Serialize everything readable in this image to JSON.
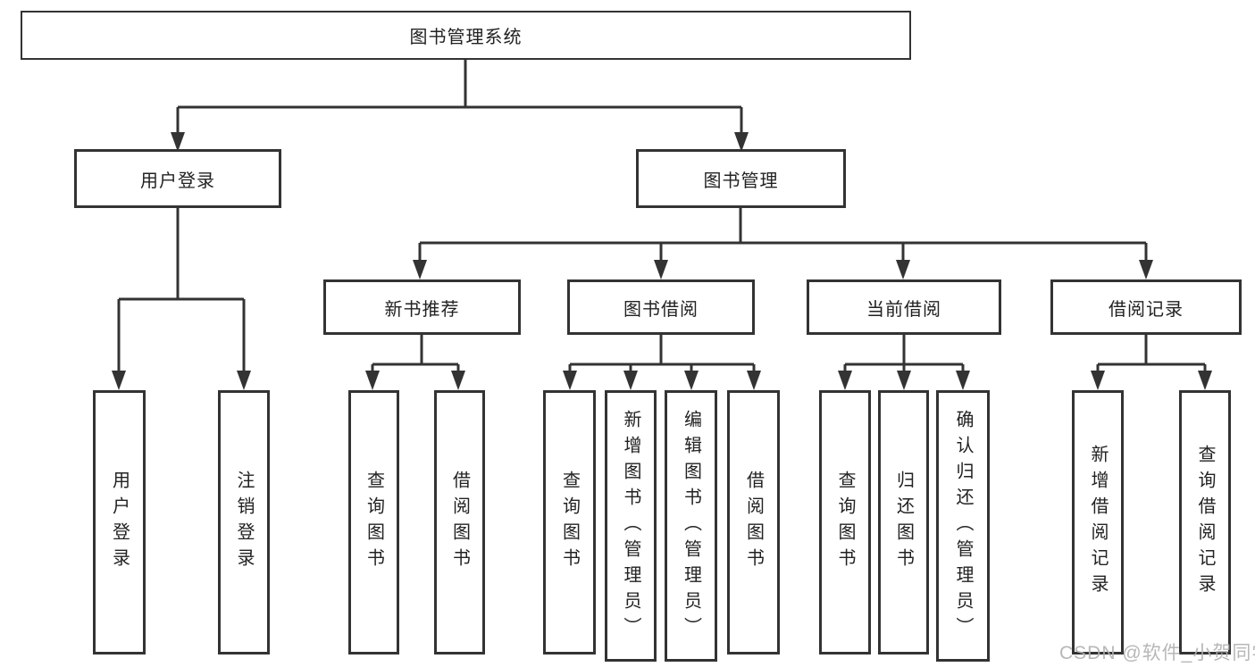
{
  "tree": {
    "root": "图书管理系统",
    "branches": [
      {
        "label": "用户登录",
        "children": [
          "用户登录",
          "注销登录"
        ]
      },
      {
        "label": "图书管理",
        "subgroups": [
          {
            "label": "新书推荐",
            "children": [
              "查询图书",
              "借阅图书"
            ]
          },
          {
            "label": "图书借阅",
            "children": [
              "查询图书",
              "新增图书（管理员）",
              "编辑图书（管理员）",
              "借阅图书"
            ]
          },
          {
            "label": "当前借阅",
            "children": [
              "查询图书",
              "归还图书",
              "确认归还（管理员）"
            ]
          },
          {
            "label": "借阅记录",
            "children": [
              "新增借阅记录",
              "查询借阅记录"
            ]
          }
        ]
      }
    ]
  },
  "watermark": {
    "text": "CSDN @软件_小贺同学",
    "color": "#b0b0b0"
  },
  "colors": {
    "line": "#333333",
    "box_border": "#333333",
    "box_fill": "#ffffff",
    "text": "#222222",
    "background": "#ffffff"
  }
}
